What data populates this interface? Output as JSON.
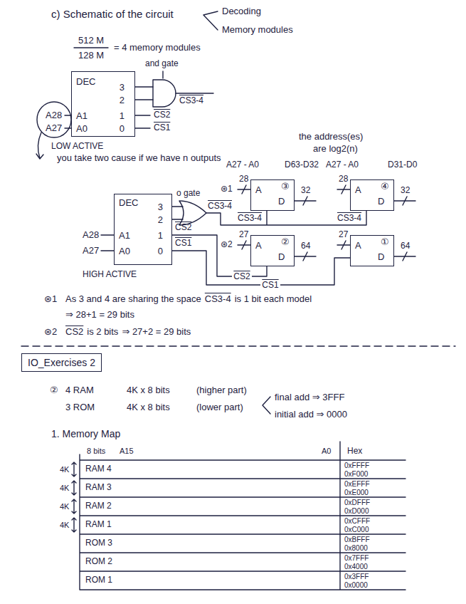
{
  "diagram": {
    "title": "c) Schematic of the circuit",
    "nodes": [
      {
        "text": [
          "DEC",
          "3",
          "2",
          "1",
          "0",
          "A1",
          "A0"
        ]
      },
      {
        "text": [
          "DEC",
          "3",
          "2",
          "1",
          "0",
          "A1",
          "A0"
        ]
      },
      {
        "text": [
          "A",
          "D"
        ]
      },
      {
        "text": [
          "A",
          "D"
        ]
      },
      {
        "text": [
          "A",
          "D"
        ]
      },
      {
        "text": [
          "A",
          "D"
        ]
      },
      {
        "text": [
          "IO_Exercises 2"
        ]
      }
    ],
    "edges": [
      {
        "from": 1,
        "to": 4,
        "arrow": "none",
        "label": "CS2"
      },
      {
        "from": 1,
        "to": 5,
        "arrow": "none",
        "label": "CS1"
      }
    ],
    "labels": [
      "Decoding",
      "Memory modules",
      "512 M",
      "128 M",
      "= 4 memory modules",
      "and gate",
      "CS3-4",
      "CS2",
      "CS1",
      "A28",
      "A27",
      "LOW ACTIVE",
      "you take two cause if we have n outputs",
      "the address(es)",
      "are log2(n)",
      "A28",
      "A27",
      "HIGH ACTIVE",
      "o gate",
      "CS3-4",
      "CS2",
      "CS1",
      "A27 - A0",
      "D63-D32",
      "A27 - A0",
      "D31-D0",
      "⊛1",
      "28",
      "③",
      "32",
      "28",
      "④",
      "32",
      "CS3-4",
      "CS3-4",
      "⊛2",
      "27",
      "②",
      "64",
      "27",
      "①",
      "64",
      "⊛1",
      "As 3 and 4 are sharing the space",
      "CS3-4",
      "is 1 bit each model",
      "⇒ 28+1 = 29 bits",
      "⊛2",
      "CS2",
      "is 2 bits",
      "⇒ 27+2 = 29 bits",
      "②",
      "4 RAM",
      "4K x 8 bits",
      "(higher part)",
      "3 ROM",
      "4K x 8 bits",
      "(lower part)",
      "final add ⇒ 3FFF",
      "initial add ⇒ 0000",
      "1. Memory Map",
      "8 bits",
      "A15",
      "A0",
      "Hex",
      "4K",
      "4K",
      "4K",
      "4K",
      "RAM 4",
      "RAM 3",
      "RAM 2",
      "RAM 1",
      "ROM 3",
      "ROM 2",
      "ROM 1",
      "0xFFFF",
      "0xF000",
      "0xEFFF",
      "0xE000",
      "0xDFFF",
      "0xD000",
      "0xCFFF",
      "0xC000",
      "0xBFFF",
      "0x8000",
      "0x7FFF",
      "0x4000",
      "0x3FFF",
      "0x0000"
    ]
  }
}
